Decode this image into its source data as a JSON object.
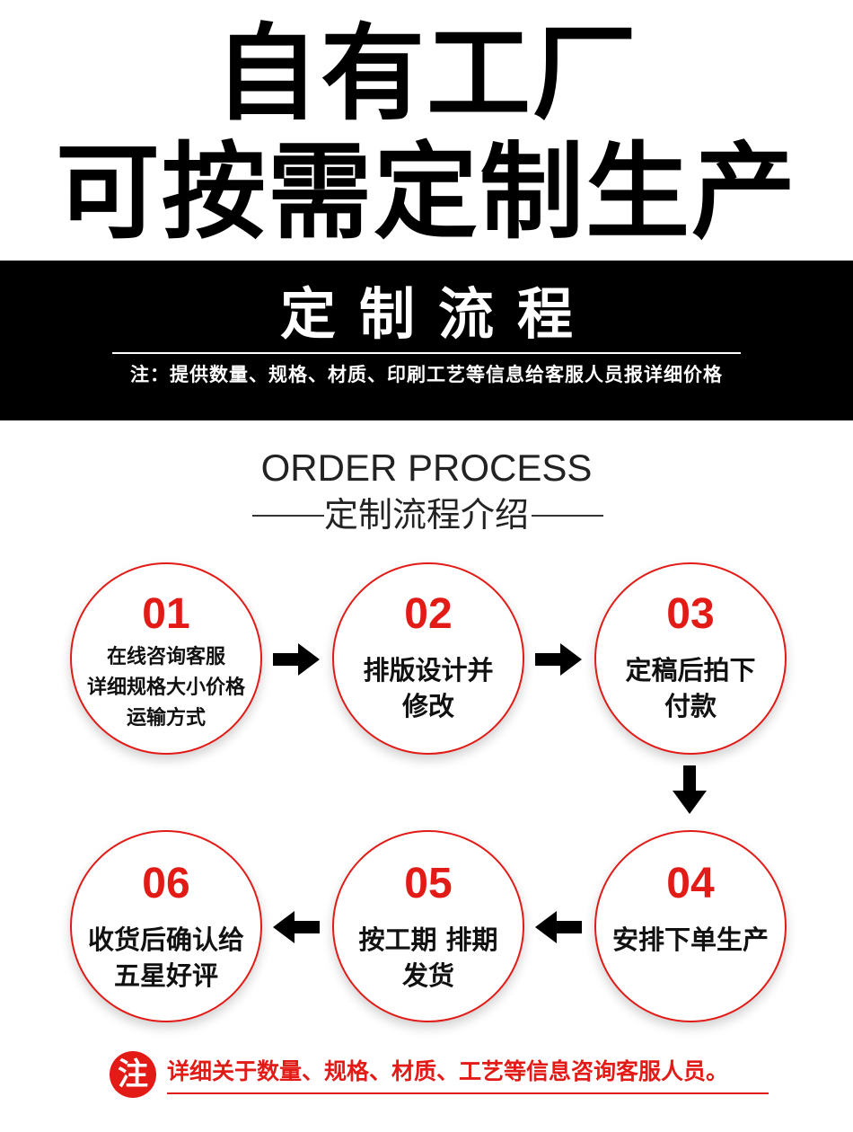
{
  "headline": {
    "line1": "自有工厂",
    "line2": "可按需定制生产"
  },
  "banner": {
    "title": "定制流程",
    "note": "注：提供数量、规格、材质、印刷工艺等信息给客服人员报详细价格"
  },
  "process": {
    "title_en": "ORDER PROCESS",
    "title_cn": "定制流程介绍",
    "steps": [
      {
        "num": "01",
        "lines": [
          "在线咨询客服",
          "详细规格大小价格",
          "运输方式"
        ]
      },
      {
        "num": "02",
        "lines": [
          "排版设计并",
          "修改"
        ]
      },
      {
        "num": "03",
        "lines": [
          "定稿后拍下",
          "付款"
        ]
      },
      {
        "num": "04",
        "lines": [
          "安排下单生产"
        ]
      },
      {
        "num": "05",
        "lines": [
          "按工期 排期",
          "发货"
        ]
      },
      {
        "num": "06",
        "lines": [
          "收货后确认给",
          "五星好评"
        ]
      }
    ]
  },
  "footer": {
    "badge": "注",
    "text": "详细关于数量、规格、材质、工艺等信息咨询客服人员。"
  },
  "colors": {
    "accent": "#e21b17",
    "banner_bg": "#000000"
  }
}
